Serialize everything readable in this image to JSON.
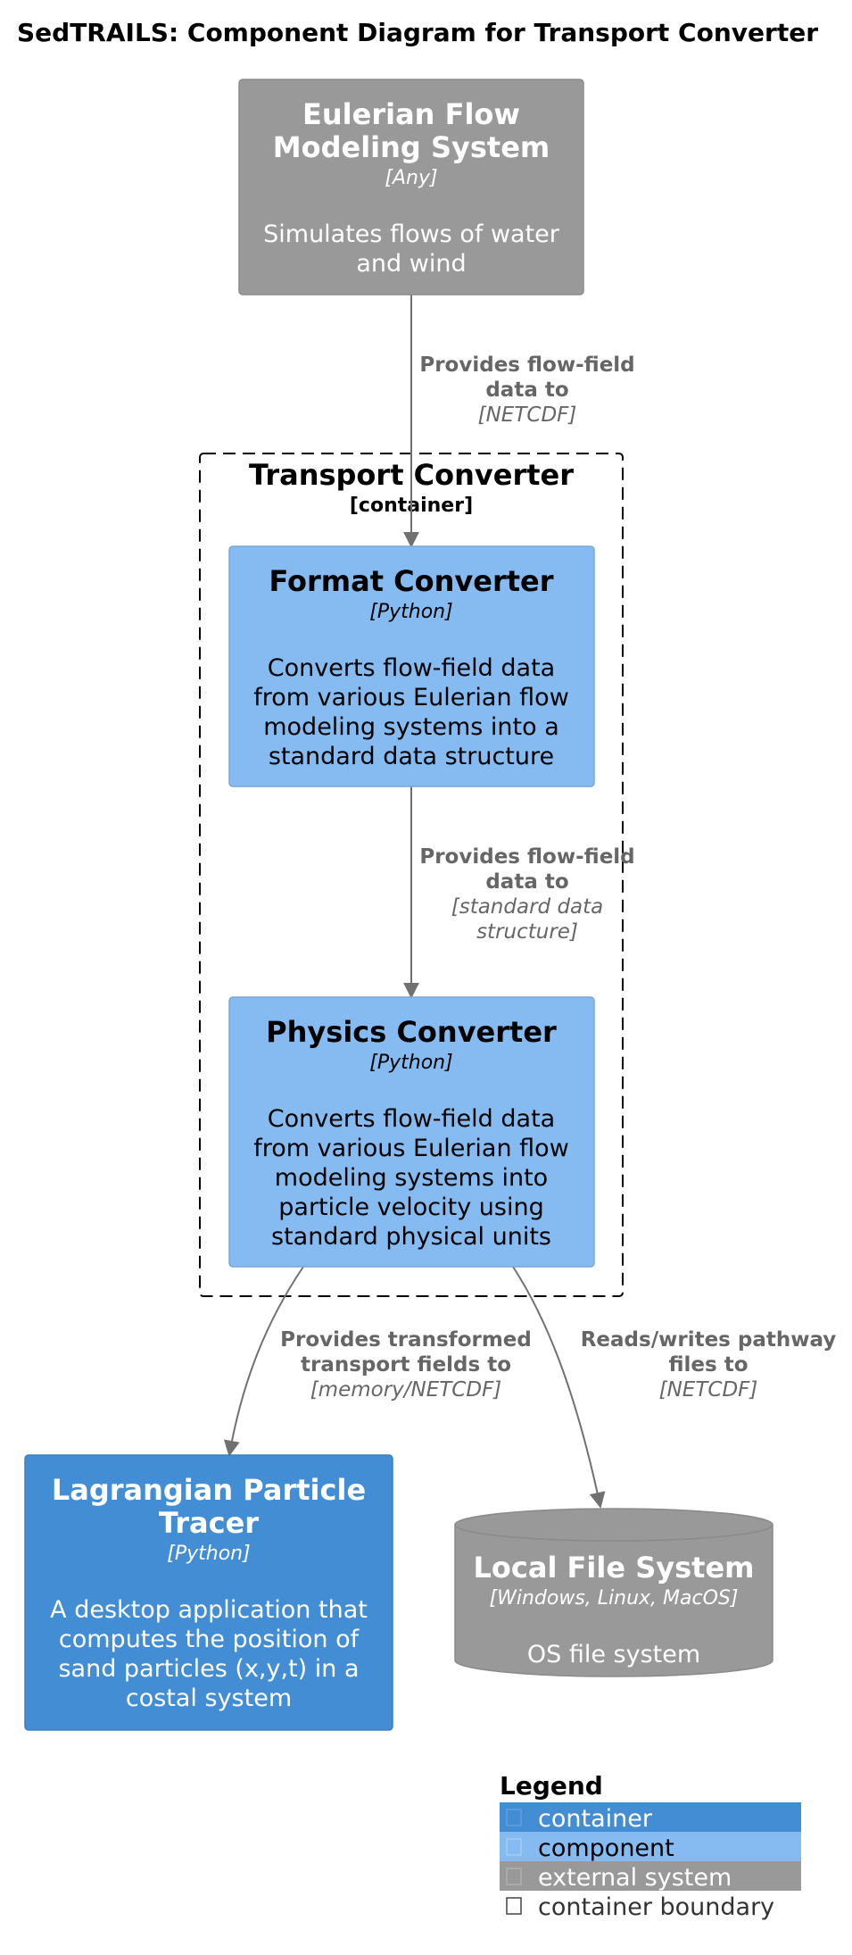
{
  "title": "SedTRAILS: Component Diagram for Transport Converter",
  "colors": {
    "container": "#438dd5",
    "component": "#85bbf0",
    "external": "#999999",
    "edge": "#707070"
  },
  "boundary": {
    "name": "Transport Converter",
    "type": "[container]"
  },
  "nodes": {
    "eulerian": {
      "name": [
        "Eulerian Flow",
        "Modeling System"
      ],
      "tech": "[Any]",
      "desc": [
        "Simulates flows of water",
        "and wind"
      ]
    },
    "format_converter": {
      "name": [
        "Format Converter"
      ],
      "tech": "[Python]",
      "desc": [
        "Converts flow-field data",
        "from various Eulerian flow",
        "modeling systems into a",
        "standard data structure"
      ]
    },
    "physics_converter": {
      "name": [
        "Physics Converter"
      ],
      "tech": "[Python]",
      "desc": [
        "Converts flow-field data",
        "from various Eulerian flow",
        "modeling systems into",
        "particle velocity using",
        "standard physical units"
      ]
    },
    "lagrangian": {
      "name": [
        "Lagrangian Particle",
        "Tracer"
      ],
      "tech": "[Python]",
      "desc": [
        "A desktop application that",
        "computes the position of",
        "sand particles (x,y,t) in a",
        "costal system"
      ]
    },
    "filesystem": {
      "name": [
        "Local File System"
      ],
      "tech": "[Windows, Linux, MacOS]",
      "desc": [
        "OS file system"
      ]
    }
  },
  "edges": [
    {
      "id": "edge-eulerian-to-format",
      "label": [
        "Provides flow-field",
        "data to"
      ],
      "tech": [
        "[NETCDF]"
      ]
    },
    {
      "id": "edge-format-to-physics",
      "label": [
        "Provides flow-field",
        "data to"
      ],
      "tech": [
        "[standard data",
        "structure]"
      ]
    },
    {
      "id": "edge-physics-to-lagrangian",
      "label": [
        "Provides transformed",
        "transport fields to"
      ],
      "tech": [
        "[memory/NETCDF]"
      ]
    },
    {
      "id": "edge-physics-to-filesystem",
      "label": [
        "Reads/writes pathway",
        "files to"
      ],
      "tech": [
        "[NETCDF]"
      ]
    }
  ],
  "legend": {
    "title": "Legend",
    "items": [
      {
        "label": "container",
        "icon": "square-icon"
      },
      {
        "label": "component",
        "icon": "square-icon"
      },
      {
        "label": "external system",
        "icon": "square-icon"
      },
      {
        "label": "container boundary",
        "icon": "square-icon"
      }
    ]
  }
}
